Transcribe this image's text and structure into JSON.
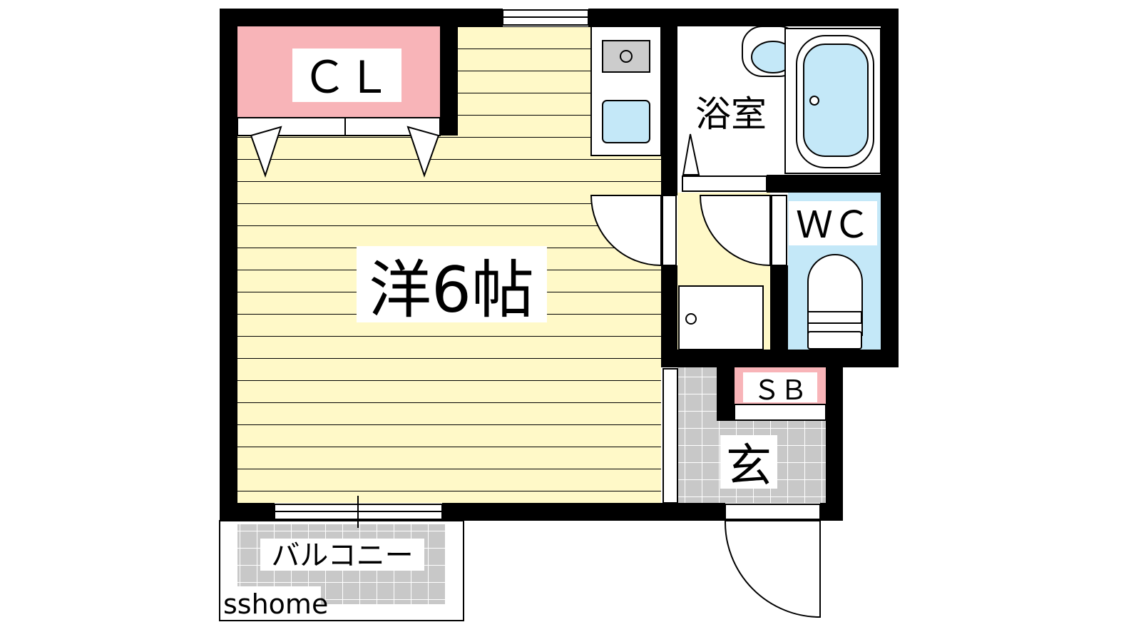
{
  "rooms": {
    "western_room": "洋6帖",
    "closet": "ＣＬ",
    "bathroom": "浴室",
    "toilet": "ＷＣ",
    "shoe_box": "ＳＢ",
    "entrance": "玄",
    "balcony": "バルコニー"
  },
  "watermark": "sshome",
  "colors": {
    "wall": "#000000",
    "floor": "#fff9c8",
    "closet": "#f8b4b8",
    "water": "#c4e8f8",
    "tile": "#c8c8c8",
    "stove": "#cccccc"
  }
}
